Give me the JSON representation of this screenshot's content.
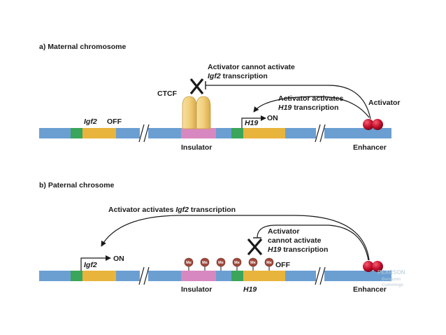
{
  "panel_a": {
    "heading": "a) Maternal chromosome",
    "note_line1": "Activator cannot activate",
    "note_line2_gene": "Igf2",
    "note_line2_rest": "transcription",
    "ctcf": "CTCF",
    "activates_line1": "Activator activates",
    "activates_line2_gene": "H19",
    "activates_line2_rest": "transcription",
    "activator": "Activator",
    "igf2": "Igf2",
    "igf2_state": "OFF",
    "h19": "H19",
    "h19_state": "ON",
    "insulator": "Insulator",
    "enhancer": "Enhancer"
  },
  "panel_b": {
    "heading": "b) Paternal chrosome",
    "activates_pre": "Activator activates",
    "activates_gene": "Igf2",
    "activates_post": "transcription",
    "note_line1": "Activator",
    "note_line2": "cannot activate",
    "note_line3_gene": "H19",
    "note_line3_rest": "transcription",
    "igf2": "Igf2",
    "igf2_state": "ON",
    "h19": "H19",
    "h19_state": "OFF",
    "methyl": "Me",
    "insulator": "Insulator",
    "enhancer": "Enhancer"
  },
  "watermark": [
    "PEARSON",
    "Benjamin",
    "Cummings"
  ],
  "colors": {
    "chromosome": "#6b9fd2",
    "gene": "#e9b43c",
    "promoter": "#3aa55b",
    "insulator": "#d888c0",
    "ctcf": "#f2cf7c",
    "activator": "#c8102e",
    "methyl": "#a04a3c"
  }
}
